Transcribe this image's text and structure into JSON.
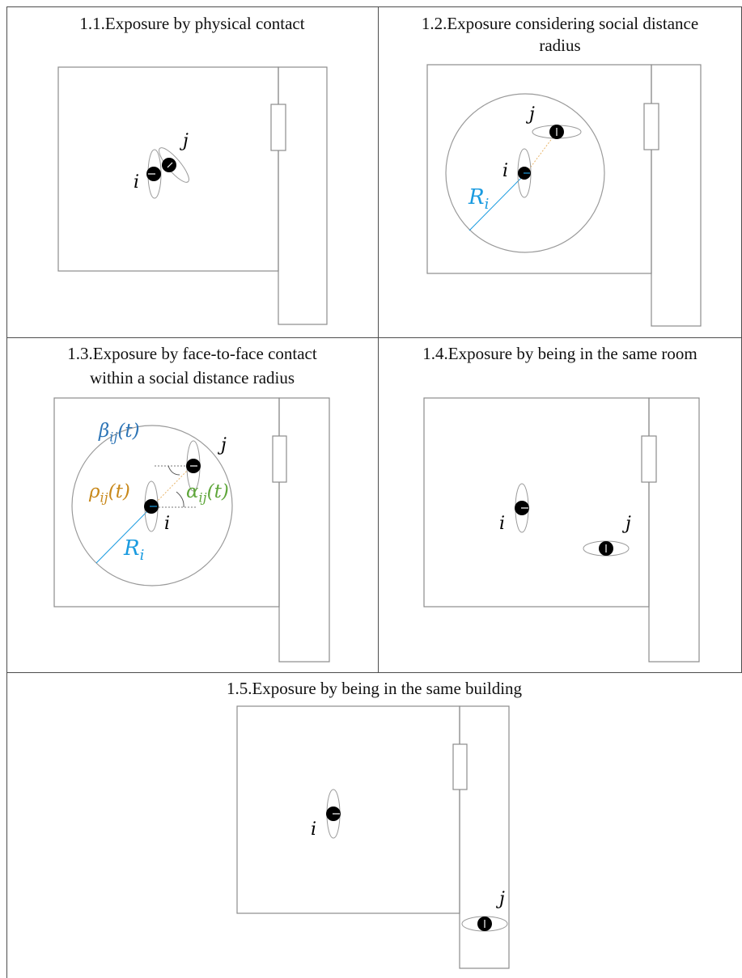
{
  "panels": [
    {
      "title": "1.1.Exposure by physical contact",
      "label_i": "i",
      "label_j": "j"
    },
    {
      "title_line1": "1.2.Exposure considering social distance",
      "title_line2": "radius",
      "label_i": "i",
      "label_j": "j",
      "radius_label": "R",
      "radius_sub": "i"
    },
    {
      "title_line1": "1.3.Exposure by face-to-face contact",
      "title_line2": "within a social distance radius",
      "label_i": "i",
      "label_j": "j",
      "beta_label": "β",
      "beta_sub": "ij",
      "beta_arg": "(t)",
      "rho_label": "ρ",
      "rho_sub": "ij",
      "rho_arg": "(t)",
      "alpha_label": "α",
      "alpha_sub": "ij",
      "alpha_arg": "(t)",
      "radius_label": "R",
      "radius_sub": "i"
    },
    {
      "title": "1.4.Exposure by being in the same room",
      "label_i": "i",
      "label_j": "j"
    },
    {
      "title": "1.5.Exposure by being in the same building",
      "label_i": "i",
      "label_j": "j"
    }
  ],
  "colors": {
    "radius": "#1a9be0",
    "beta": "#2e75b6",
    "rho": "#c8881a",
    "alpha": "#5ea63a",
    "line": "#8c8c8c",
    "border": "#4d4d4d"
  }
}
